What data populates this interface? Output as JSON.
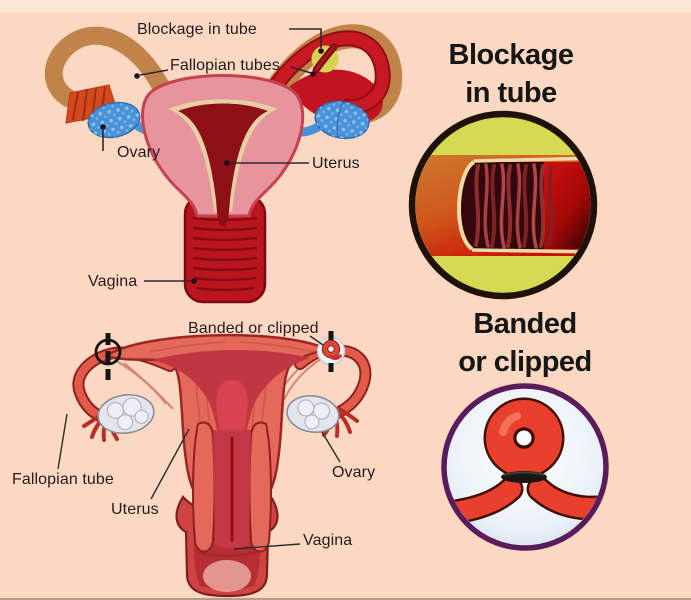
{
  "page": {
    "description": "Tubal ligation / blocked fallopian tube medical diagram",
    "background": "#fbd8c2",
    "top_strip_color": "#fde8d8"
  },
  "diagram_top": {
    "name": "uterus-with-blocked-tube",
    "labels": {
      "blockage": "Blockage in tube",
      "fallopian_tubes": "Fallopian tubes",
      "ovary": "Ovary",
      "uterus": "Uterus",
      "vagina": "Vagina"
    }
  },
  "diagram_bottom": {
    "name": "uterus-with-banded-clipped-tubes",
    "labels": {
      "banded_or_clipped": "Banded or clipped",
      "fallopian_tube": "Fallopian tube",
      "uterus": "Uterus",
      "ovary": "Ovary",
      "vagina": "Vagina"
    }
  },
  "insets": {
    "blockage": {
      "title_line1": "Blockage",
      "title_line2": "in tube"
    },
    "banded": {
      "title_line1": "Banded",
      "title_line2": "or clipped"
    }
  },
  "colors": {
    "background_peach": "#fbd8c2",
    "title_text": "#161616",
    "label_text": "#241b21",
    "connector_line": "#35262e",
    "uterus_pink": "#e7949f",
    "uterus_cavity_dark_red": "#8c1016",
    "uterus_lining_cream": "#e7cfa4",
    "tube_tan": "#c0834a",
    "tube_red": "#c81824",
    "ovary_blue": "#4a92d8",
    "blockage_yellow": "#d8d252",
    "fimbriae_orange": "#d5491e",
    "bottom_body_coral": "#e4695a",
    "bottom_outline": "#9b2622",
    "bottom_cavity_red": "#d8434f",
    "bottom_ovary_gray": "#e4e4ec",
    "inset1_border": "#20100a",
    "inset1_background": "#d6da52",
    "inset2_border": "#5a1b5a",
    "inset2_background": "#d9e6f2",
    "banded_tube_red": "#e8402c",
    "band_black": "#1d1512"
  }
}
